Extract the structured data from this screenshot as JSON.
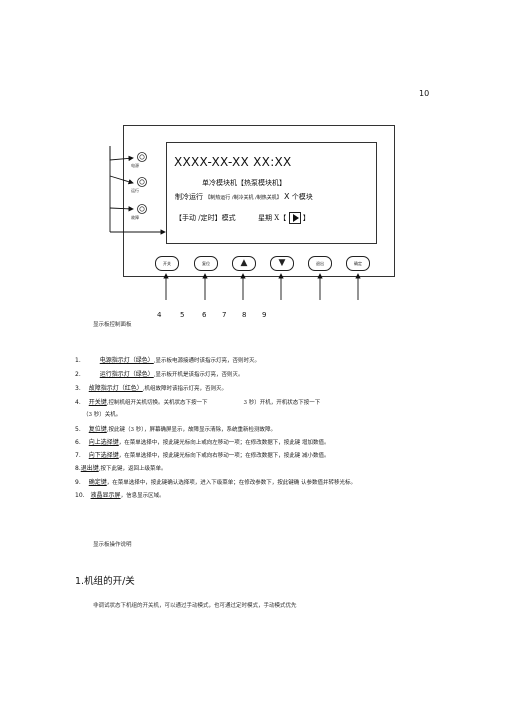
{
  "page_number": "10",
  "panel": {
    "lcd_time": "XXXX-XX-XX   XX:XX",
    "lcd_line2": "单冷模块机【热泵模块机】",
    "lcd_line3_a": "制冷运行",
    "lcd_line3_b": "【制热运行 /制冷关机 /制热关机】",
    "lcd_line3_c": "X",
    "lcd_line3_d": "个模块",
    "lcd_line4_a": "【手动 /定时】模式",
    "lcd_line4_b": "星期 X【",
    "lcd_line4_c": "】",
    "indicators": [
      "电源",
      "运行",
      "故障"
    ],
    "buttons": {
      "power": "开关",
      "reset": "复位",
      "up": "▲",
      "down": "▼",
      "exit": "退出",
      "confirm": "确定"
    },
    "callout_numbers": [
      "4",
      "5",
      "6",
      "7",
      "8",
      "9"
    ]
  },
  "caption_panel": "显示板控制面板",
  "items": [
    {
      "n": "1.",
      "key": "电源指示灯（绿色）",
      "desc": ",显示板电源接通时该指示灯亮，否则时灭。"
    },
    {
      "n": "2.",
      "key": "运行指示灯（绿色）",
      "desc": ",显示板开机是该指示灯亮，否则灭。"
    },
    {
      "n": "3.",
      "key": "故障指示灯（红色）",
      "desc": ",机组故障时该指示灯亮，否则灭。"
    },
    {
      "n": "4.",
      "key": "开关键",
      "desc": ",控制机组开关机切换。关机状态下按一下",
      "desc2": "3 秒）开机，开机状态下按一下",
      "desc3": "（3 秒）关机。"
    },
    {
      "n": "5.",
      "key": "复位键",
      "desc": ",按此键（3 秒），屏幕确屏显示，故障显示清除，系统重新检测故障。"
    },
    {
      "n": "6.",
      "key": "向上选择键",
      "desc": "，在菜单选择中，按此键光标向上或向左移动一项；在修改数据下，按此键 增加数值。"
    },
    {
      "n": "7.",
      "key": "向下选择键",
      "desc": "，在菜单选择中，按此键光标向下或向右移动一项；在修改数据下，按此键 减小数值。"
    },
    {
      "n": "8.",
      "key": "退出键",
      "desc": ",按下此键，返回上级菜单。"
    },
    {
      "n": "9.",
      "key": "确定键",
      "desc": "，在菜单选择中，按此键确认选择项，进入下级菜单；在修改参数下，按此键确 认参数值并转移光标。"
    },
    {
      "n": "10.",
      "key": "液晶显示屏",
      "desc": "，信息显示区域。"
    }
  ],
  "caption_ops": "显示板操作说明",
  "section_heading": "1.机组的开/关",
  "section_body": "非调试状态下机组的开关机，可以通过手动模式，也可通过定时模式，手动模式优先"
}
